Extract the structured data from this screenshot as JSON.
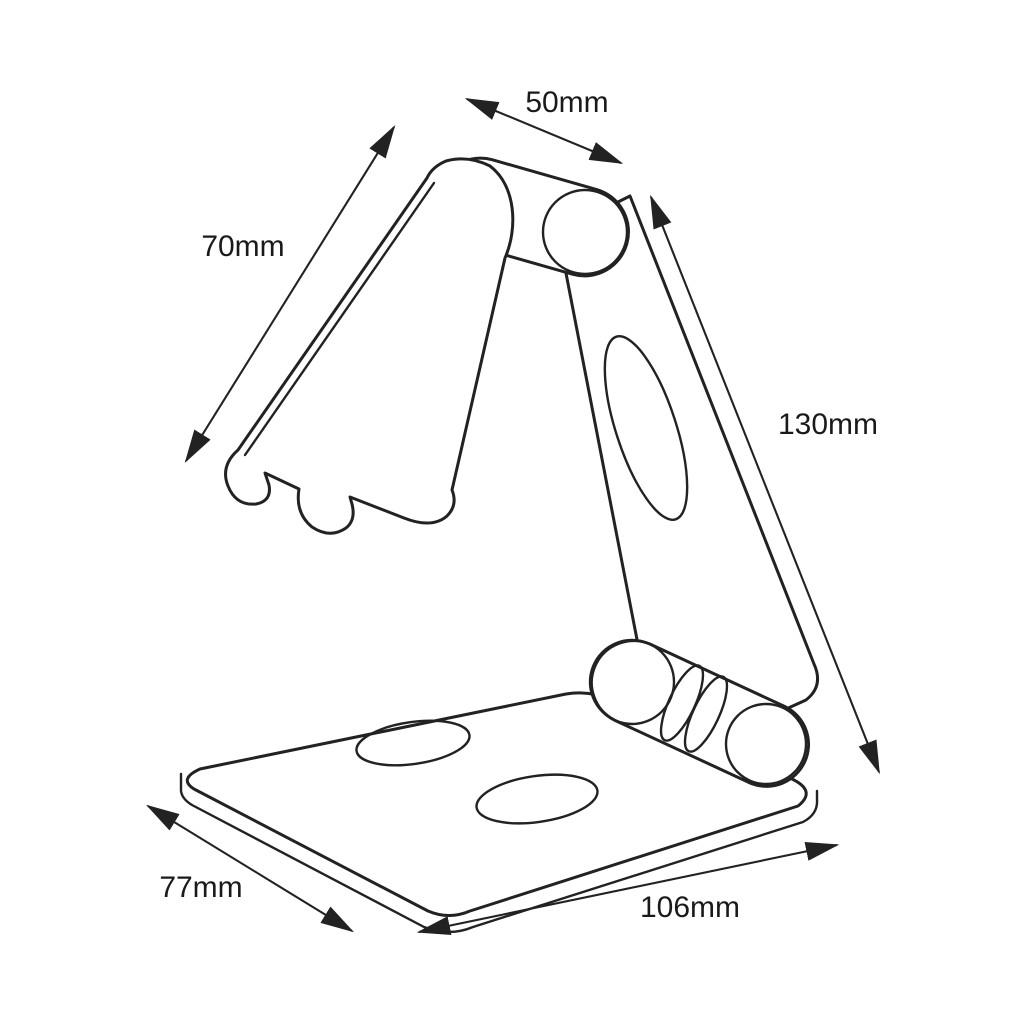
{
  "drawing": {
    "background": "#ffffff",
    "line_color": "#222222",
    "labels": {
      "hinge_width": "50mm",
      "arm_length": "70mm",
      "leg_length": "130mm",
      "base_depth": "77mm",
      "base_width": "106mm"
    }
  }
}
